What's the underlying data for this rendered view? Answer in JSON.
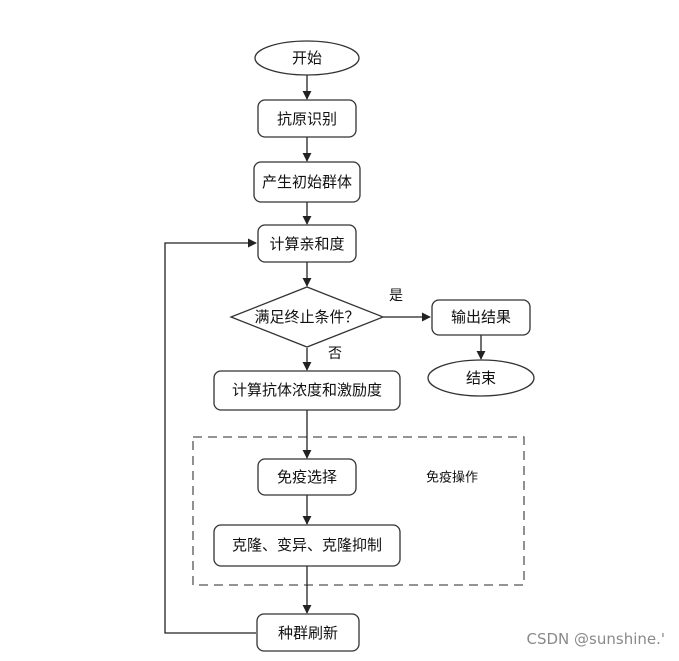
{
  "nodes": {
    "start": "开始",
    "antigen": "抗原识别",
    "init_pop": "产生初始群体",
    "affinity": "计算亲和度",
    "condition": "满足终止条件？",
    "output": "输出结果",
    "end": "结束",
    "concentration": "计算抗体浓度和激励度",
    "selection": "免疫选择",
    "clone": "克隆、变异、克隆抑制",
    "refresh": "种群刷新"
  },
  "edge_labels": {
    "yes": "是",
    "no": "否"
  },
  "group": {
    "label": "免疫操作"
  },
  "watermark": "CSDN @sunshine.'"
}
